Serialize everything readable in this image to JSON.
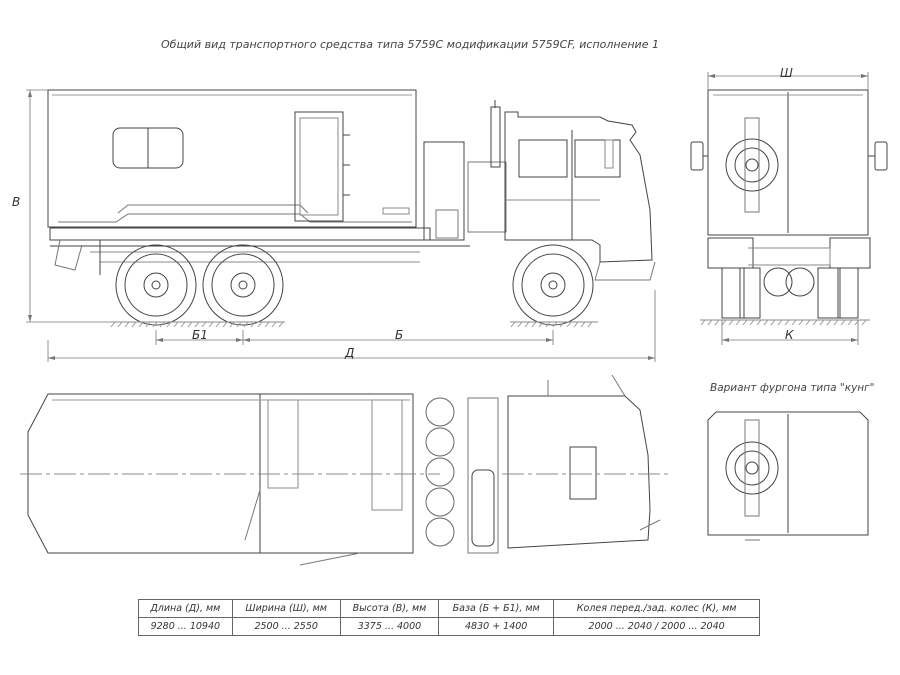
{
  "title": "Общий вид транспортного средства типа 5759С модификации 5759CF, исполнение 1",
  "caption": "Вариант фургона типа \"кунг\"",
  "dims": {
    "V": "В",
    "Sh": "Ш",
    "B1": "Б1",
    "B": "Б",
    "D": "Д",
    "K": "К"
  },
  "table": {
    "headers": [
      "Длина (Д), мм",
      "Ширина (Ш), мм",
      "Высота (В), мм",
      "База (Б + Б1), мм",
      "Колея перед./зад. колес (К), мм"
    ],
    "values": [
      "9280 ... 10940",
      "2500 ... 2550",
      "3375 ... 4000",
      "4830 + 1400",
      "2000 ... 2040 / 2000 ... 2040"
    ]
  }
}
